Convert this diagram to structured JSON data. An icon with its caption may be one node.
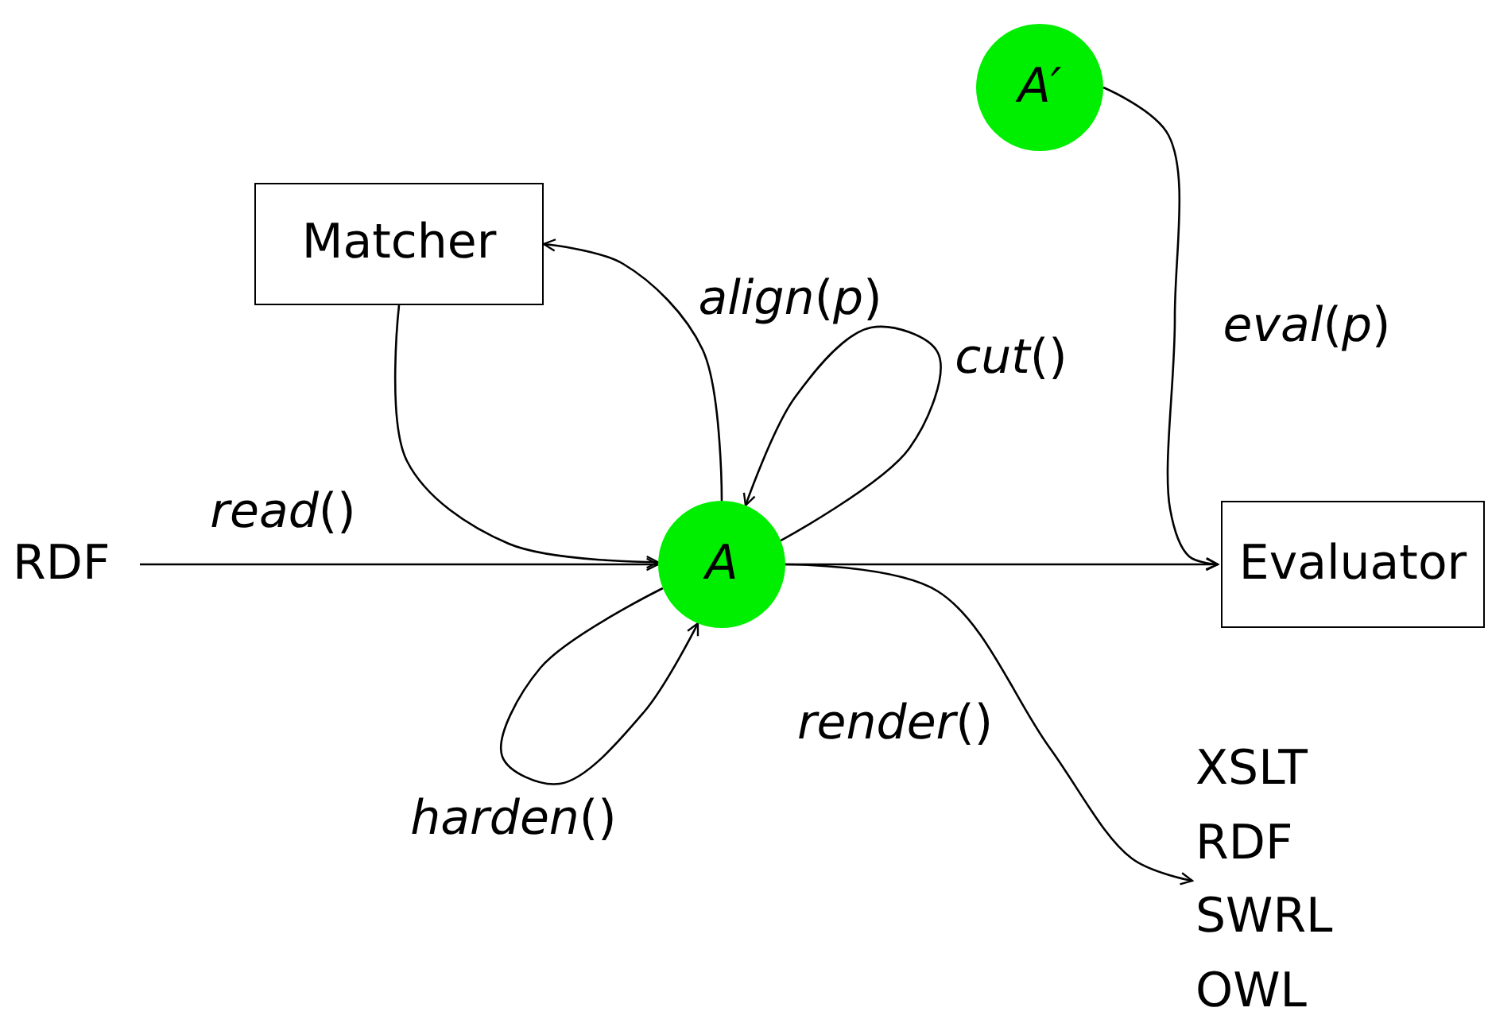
{
  "diagram": {
    "nodes": [
      {
        "text": [
          "A′"
        ]
      },
      {
        "text": [
          "Matcher"
        ]
      },
      {
        "text": [
          "RDF"
        ]
      },
      {
        "text": [
          "A"
        ]
      },
      {
        "text": [
          "Evaluator"
        ]
      },
      {
        "text": [
          "XSLT",
          "RDF",
          "SWRL",
          "OWL"
        ]
      }
    ],
    "edges": [
      {
        "from": 2,
        "to": 3,
        "arrow": "to",
        "label": "*read*()"
      },
      {
        "from": 1,
        "to": 3,
        "arrow": "to"
      },
      {
        "from": 3,
        "to": 1,
        "arrow": "to",
        "label": "*align*(*p*)"
      },
      {
        "from": 3,
        "to": 3,
        "arrow": "to",
        "label": "*cut*()"
      },
      {
        "from": 3,
        "to": 3,
        "arrow": "to",
        "label": "*harden*()"
      },
      {
        "from": 3,
        "to": 4,
        "arrow": "to"
      },
      {
        "from": 0,
        "to": 4,
        "arrow": "to",
        "label": "*eval*(*p*)"
      },
      {
        "from": 3,
        "to": 5,
        "arrow": "to",
        "label": "*render*()"
      }
    ]
  }
}
